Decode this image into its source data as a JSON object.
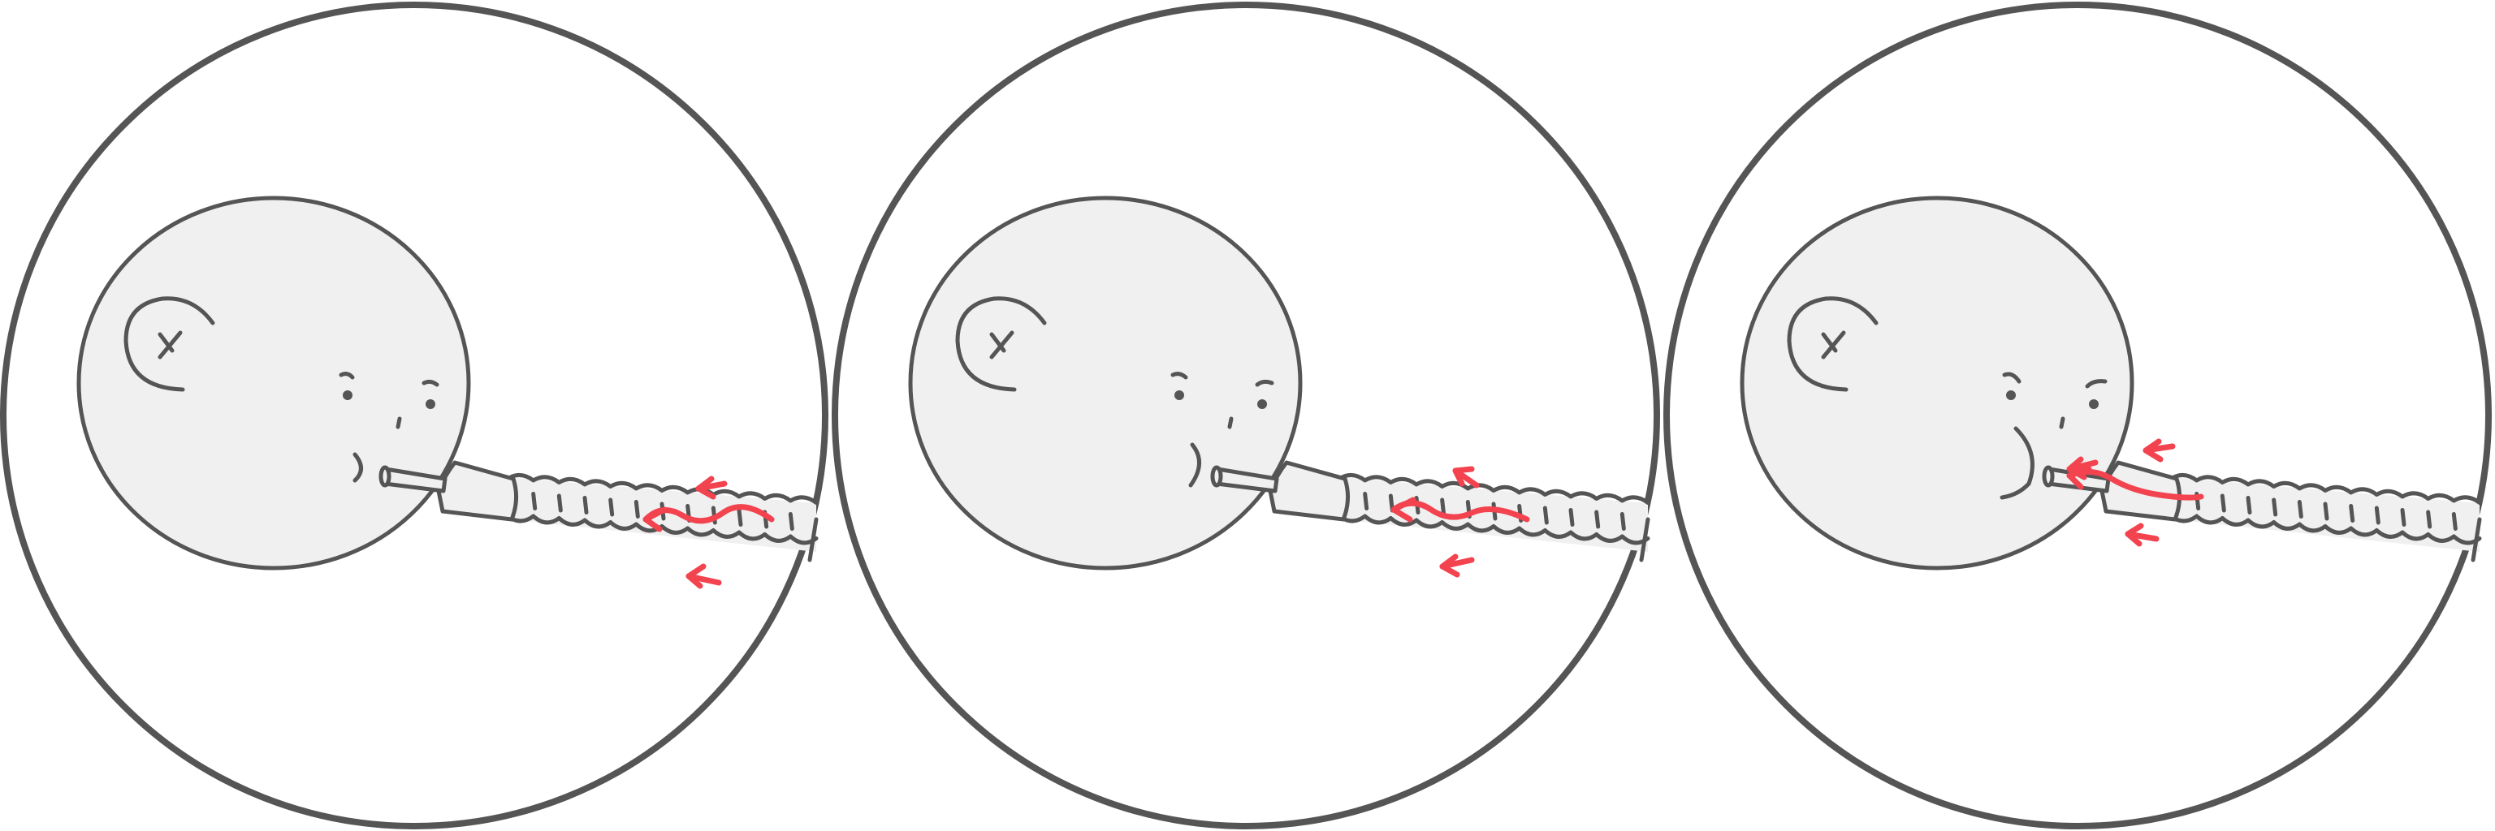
{
  "figure": {
    "panels": [
      {
        "name": "panel-1",
        "airflow_direction": "toward-face"
      },
      {
        "name": "panel-2",
        "airflow_direction": "toward-face"
      },
      {
        "name": "panel-3",
        "airflow_direction": "toward-face"
      }
    ],
    "colors": {
      "outline": "#555555",
      "head_fill": "#f0f0f0",
      "airflow_arrows": "#f2434f",
      "background": "#ffffff"
    },
    "icons": [
      "face-with-breathing-tube",
      "corrugated-hose",
      "airflow-arrow"
    ]
  }
}
